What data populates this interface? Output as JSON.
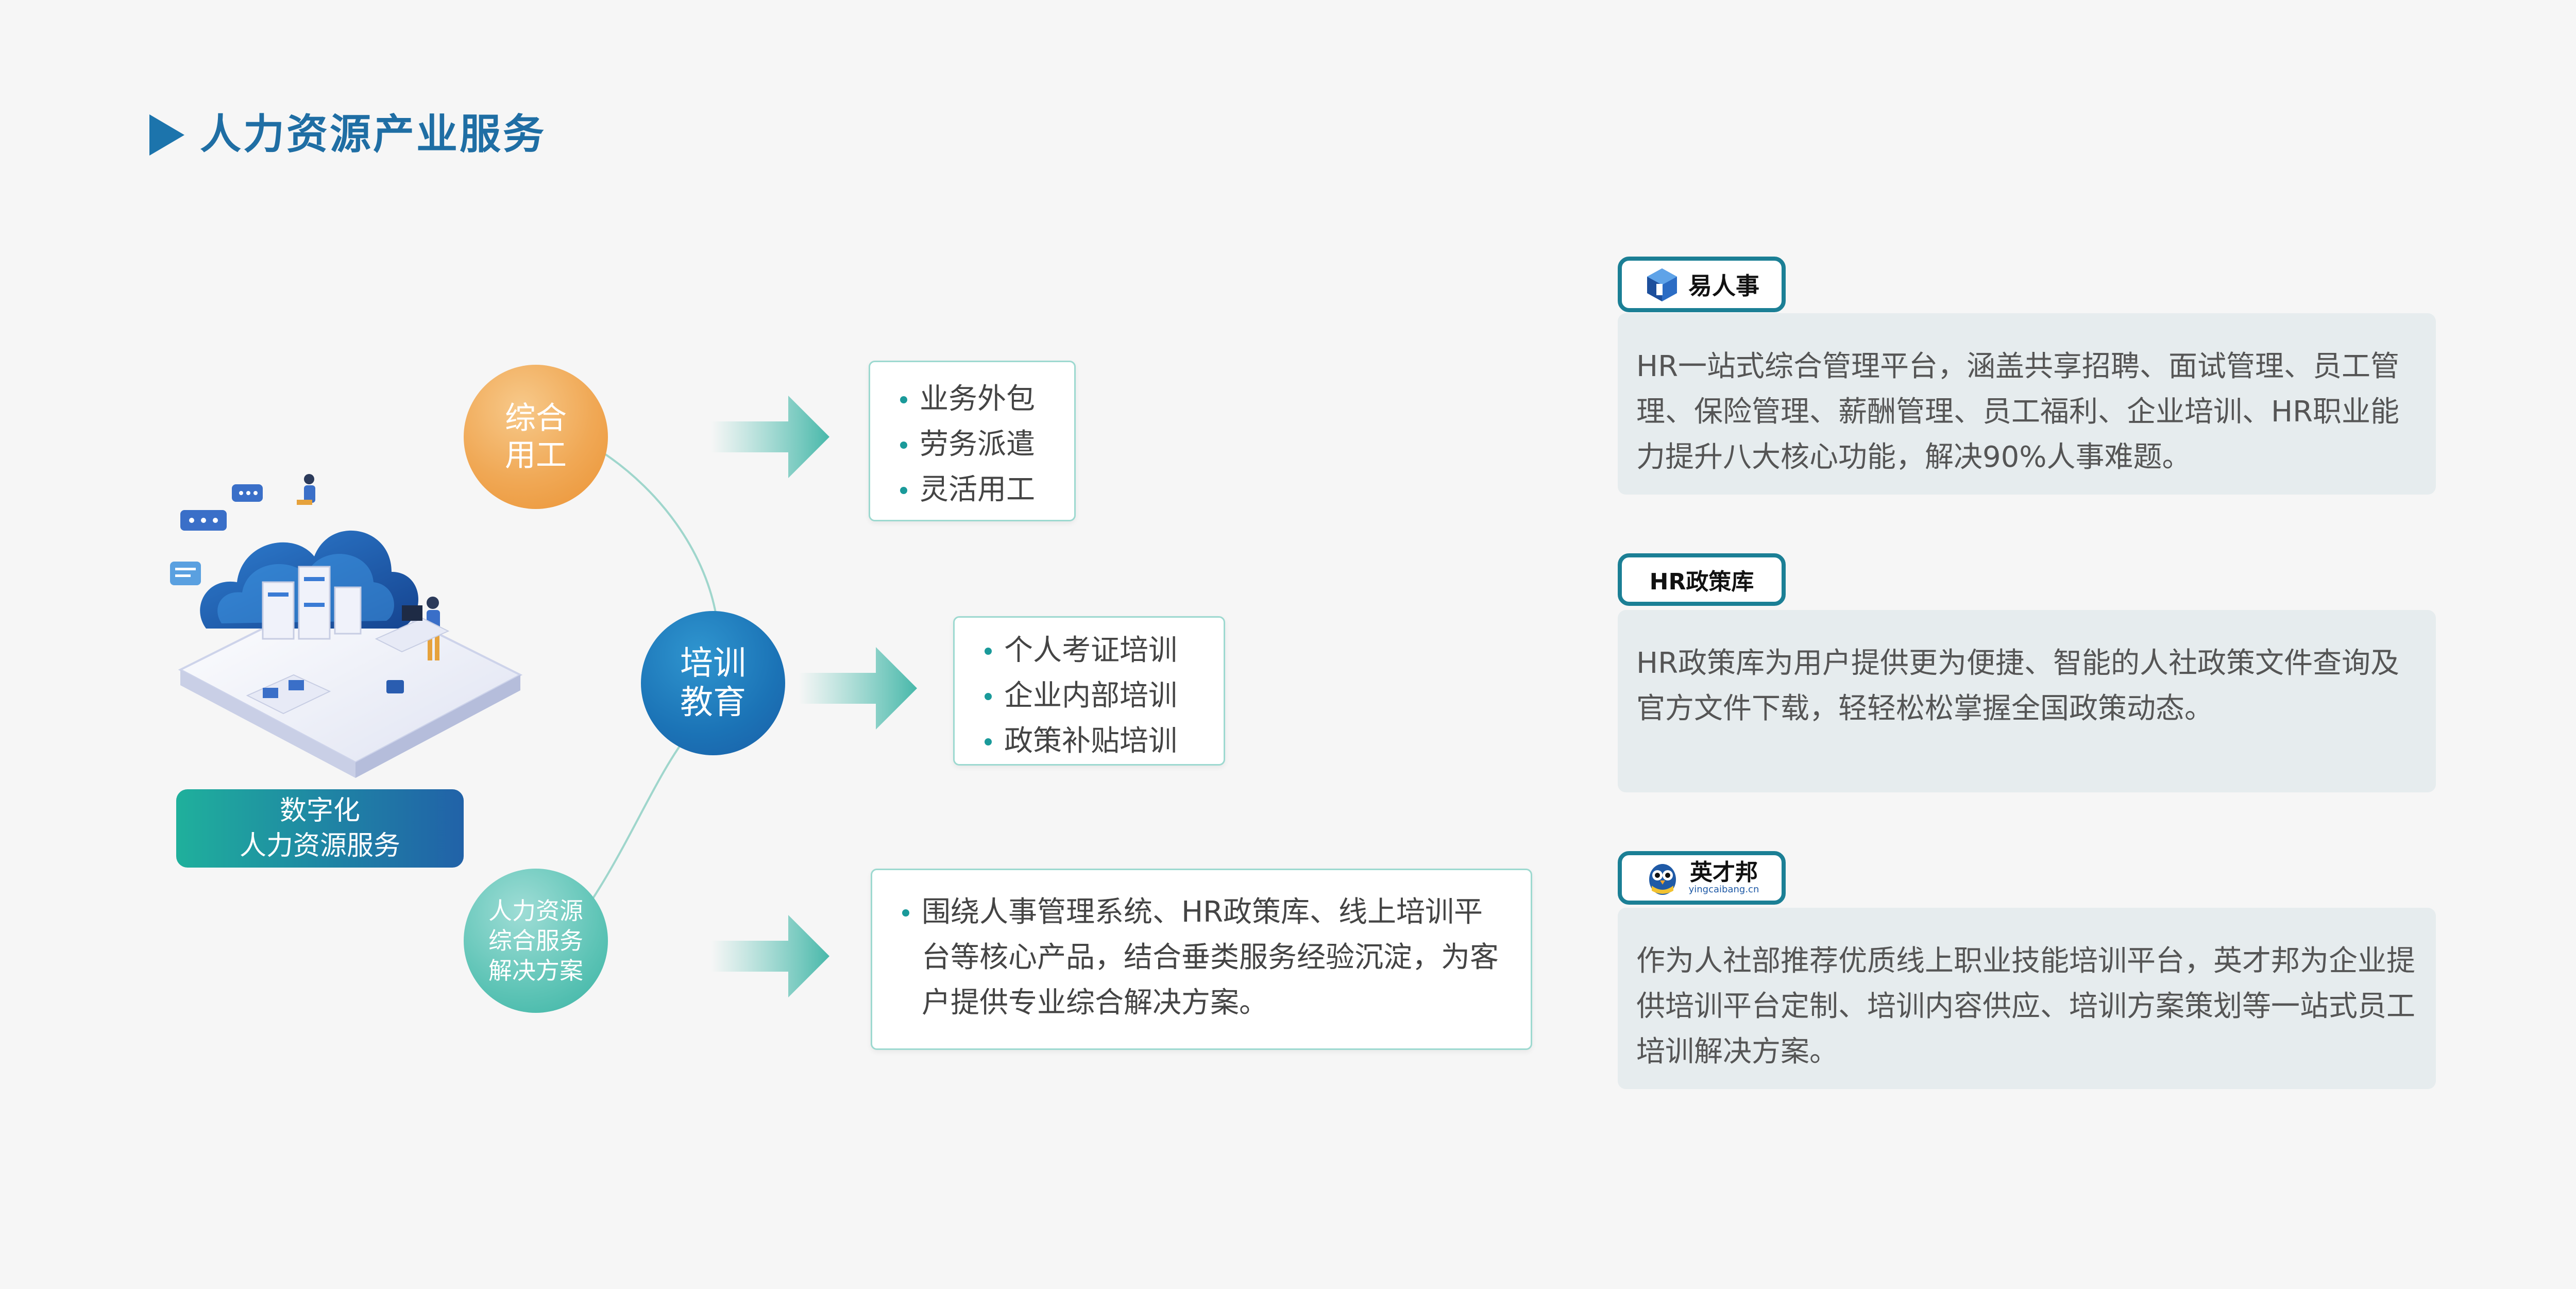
{
  "title": "人力资源产业服务",
  "left": {
    "label_line1": "数字化",
    "label_line2": "人力资源服务"
  },
  "circles": {
    "orange": {
      "line1": "综合",
      "line2": "用工"
    },
    "blue": {
      "line1": "培训",
      "line2": "教育"
    },
    "teal": {
      "line1": "人力资源",
      "line2": "综合服务",
      "line3": "解决方案"
    }
  },
  "lists": {
    "employment": [
      "业务外包",
      "劳务派遣",
      "灵活用工"
    ],
    "training": [
      "个人考证培训",
      "企业内部培训",
      "政策补贴培训"
    ],
    "solution": [
      "围绕人事管理系统、HR政策库、线上培训平台等核心产品，结合垂类服务经验沉淀，为客户提供专业综合解决方案。"
    ]
  },
  "right": {
    "yirenshi": {
      "logo_text": "易人事",
      "desc": "HR一站式综合管理平台，涵盖共享招聘、面试管理、员工管理、保险管理、薪酬管理、员工福利、企业培训、HR职业能力提升八大核心功能，解决90%人事难题。"
    },
    "hrpolicy": {
      "logo_text": "HR政策库",
      "desc": "HR政策库为用户提供更为便捷、智能的人社政策文件查询及官方文件下载，轻轻松松掌握全国政策动态。"
    },
    "yingcaibang": {
      "logo_text": "英才邦",
      "logo_sub": "yingcaibang.cn",
      "desc": "作为人社部推荐优质线上职业技能培训平台，英才邦为企业提供培训平台定制、培训内容供应、培训方案策划等一站式员工培训解决方案。"
    }
  },
  "colors": {
    "title": "#1f6ea4",
    "orange": "#f0a855",
    "blue": "#1b73b6",
    "teal": "#5ec4b6",
    "panel": "#e6ecee",
    "pill_border": "#1b7f95"
  }
}
